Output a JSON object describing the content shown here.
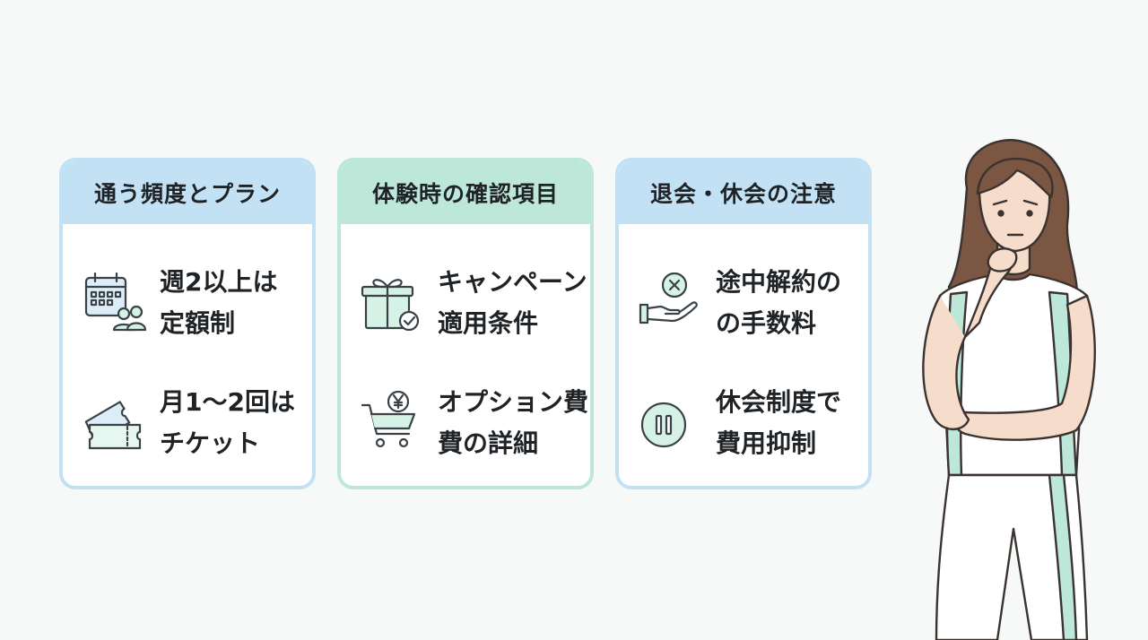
{
  "cards": [
    {
      "title": "通う頻度とプラン",
      "items": [
        {
          "icon": "calendar-people-icon",
          "line1": "週2以上は",
          "line2": "定額制"
        },
        {
          "icon": "ticket-icon",
          "line1": "月1〜2回は",
          "line2": "チケット"
        }
      ]
    },
    {
      "title": "体験時の確認項目",
      "items": [
        {
          "icon": "gift-check-icon",
          "line1": "キャンペーン",
          "line2": "適用条件"
        },
        {
          "icon": "cart-yen-icon",
          "line1": "オプション費",
          "line2": "費の詳細"
        }
      ]
    },
    {
      "title": "退会・休会の注意",
      "items": [
        {
          "icon": "hand-cancel-icon",
          "line1": "途中解約の",
          "line2": "の手数料"
        },
        {
          "icon": "pause-icon",
          "line1": "休会制度で",
          "line2": "費用抑制"
        }
      ]
    }
  ],
  "colors": {
    "blue_accent": "#c2e1f5",
    "green_accent": "#bde8d9",
    "icon_stroke": "#3a4248",
    "icon_fill_green": "#d6f1e6",
    "icon_fill_blue": "#dcedf8"
  }
}
